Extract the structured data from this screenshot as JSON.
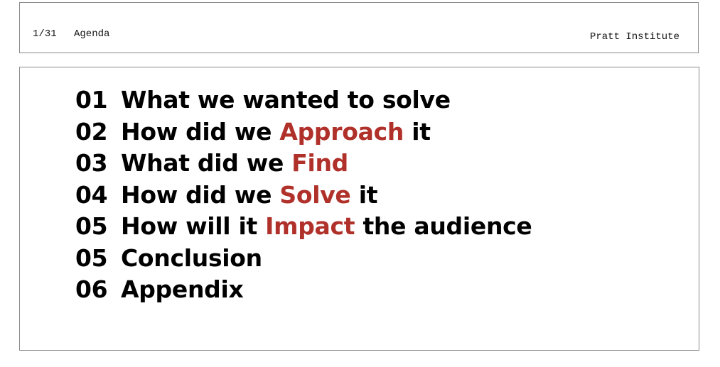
{
  "header": {
    "slide_number": "1/31",
    "section_title": "Agenda",
    "organization": "Pratt Institute"
  },
  "colors": {
    "accent": "#b0302a",
    "text": "#000000",
    "border": "#8a8a8a"
  },
  "agenda": [
    {
      "number": "01",
      "before": "What we wanted to solve",
      "highlight": "",
      "after": ""
    },
    {
      "number": "02",
      "before": "How did we ",
      "highlight": "Approach",
      "after": " it"
    },
    {
      "number": "03",
      "before": "What did we ",
      "highlight": "Find",
      "after": ""
    },
    {
      "number": "04",
      "before": "How did we ",
      "highlight": "Solve",
      "after": " it"
    },
    {
      "number": "05",
      "before": "How will it ",
      "highlight": "Impact",
      "after": " the audience"
    },
    {
      "number": "05",
      "before": "Conclusion",
      "highlight": "",
      "after": ""
    },
    {
      "number": "06",
      "before": "Appendix",
      "highlight": "",
      "after": ""
    }
  ]
}
